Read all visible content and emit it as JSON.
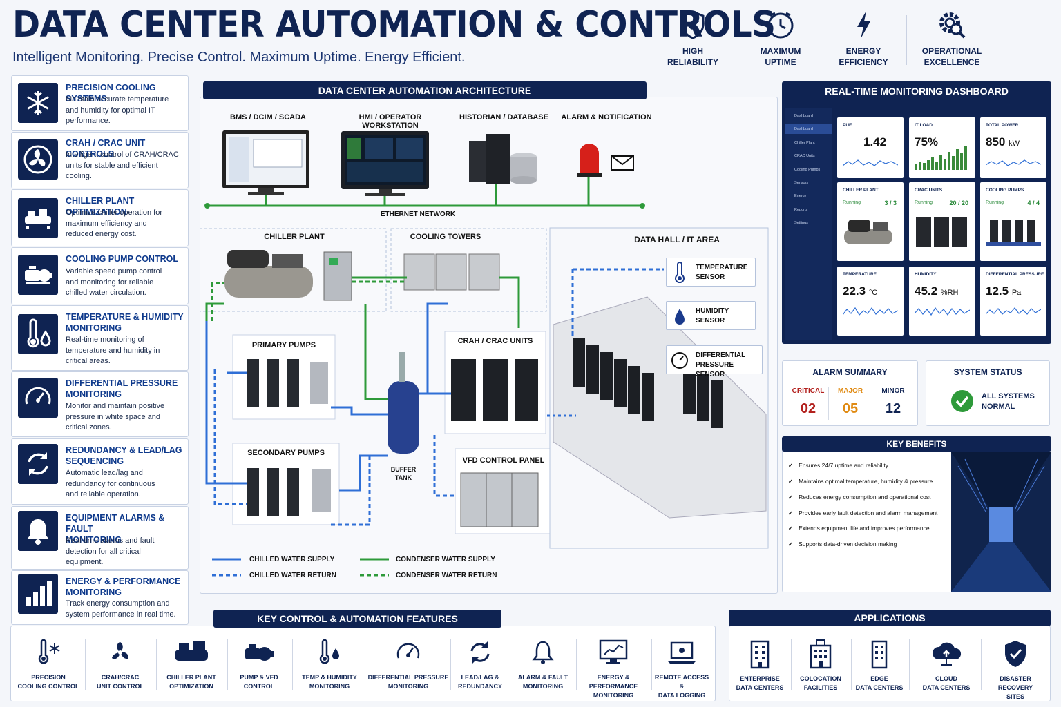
{
  "header": {
    "title": "DATA CENTER AUTOMATION & CONTROLS",
    "subtitle": "Intelligent Monitoring. Precise Control. Maximum Uptime. Energy Efficient.",
    "badges": [
      {
        "icon": "shield-check-icon",
        "line1": "HIGH",
        "line2": "RELIABILITY"
      },
      {
        "icon": "clock-icon",
        "line1": "MAXIMUM",
        "line2": "UPTIME"
      },
      {
        "icon": "lightning-icon",
        "line1": "ENERGY",
        "line2": "EFFICIENCY"
      },
      {
        "icon": "gear-search-icon",
        "line1": "OPERATIONAL",
        "line2": "EXCELLENCE"
      }
    ]
  },
  "sidebar": [
    {
      "icon": "snowflake-icon",
      "title": "PRECISION COOLING SYSTEMS",
      "desc": [
        "Maintain accurate temperature",
        "and humidity for optimal IT",
        "performance."
      ]
    },
    {
      "icon": "fan-icon",
      "title": "CRAH / CRAC UNIT CONTROLS",
      "desc": [
        "Intelligent control of CRAH/CRAC",
        "units for stable and efficient",
        "cooling."
      ]
    },
    {
      "icon": "chiller-icon",
      "title": "CHILLER PLANT OPTIMIZATION",
      "desc": [
        "Optimize chiller operation for",
        "maximum efficiency and",
        "reduced energy cost."
      ]
    },
    {
      "icon": "pump-icon",
      "title": "COOLING PUMP CONTROL",
      "desc": [
        "Variable speed pump control",
        "and monitoring for reliable",
        "chilled water circulation."
      ]
    },
    {
      "icon": "thermometer-drop-icon",
      "title": "TEMPERATURE & HUMIDITY MONITORING",
      "desc": [
        "Real-time monitoring of",
        "temperature and humidity in",
        "critical areas."
      ]
    },
    {
      "icon": "gauge-icon",
      "title": "DIFFERENTIAL PRESSURE MONITORING",
      "desc": [
        "Monitor and maintain positive",
        "pressure in white space and",
        "critical zones."
      ]
    },
    {
      "icon": "refresh-icon",
      "title": "REDUNDANCY & LEAD/LAG SEQUENCING",
      "desc": [
        "Automatic lead/lag and",
        "redundancy for continuous",
        "and reliable operation."
      ]
    },
    {
      "icon": "bell-icon",
      "title": "EQUIPMENT ALARMS & FAULT MONITORING",
      "desc": [
        "Real-time alarms and fault",
        "detection for all critical",
        "equipment."
      ]
    },
    {
      "icon": "bar-chart-icon",
      "title": "ENERGY & PERFORMANCE MONITORING",
      "desc": [
        "Track energy consumption and",
        "system performance in real time."
      ]
    }
  ],
  "architecture": {
    "header": "DATA CENTER AUTOMATION ARCHITECTURE",
    "top_labels": [
      "BMS / DCIM / SCADA",
      "HMI / OPERATOR WORKSTATION",
      "HISTORIAN / DATABASE",
      "ALARM & NOTIFICATION"
    ],
    "network_label": "ETHERNET NETWORK",
    "chiller_plant": "CHILLER PLANT",
    "cooling_towers": "COOLING TOWERS",
    "primary_pumps": "PRIMARY PUMPS",
    "secondary_pumps": "SECONDARY PUMPS",
    "buffer_tank": [
      "BUFFER",
      "TANK"
    ],
    "crah_units": "CRAH / CRAC UNITS",
    "vfd_panel": "VFD CONTROL PANEL",
    "data_hall": "DATA HALL / IT AREA",
    "sensors": [
      {
        "icon": "thermometer-icon",
        "line1": "TEMPERATURE",
        "line2": "SENSOR"
      },
      {
        "icon": "water-drop-icon",
        "line1": "HUMIDITY",
        "line2": "SENSOR"
      },
      {
        "icon": "gauge-icon",
        "line1": "DIFFERENTIAL",
        "line2": "PRESSURE SENSOR"
      }
    ],
    "legend": [
      {
        "label": "CHILLED WATER SUPPLY",
        "color": "#2f6fd6",
        "dashed": false
      },
      {
        "label": "CHILLED WATER RETURN",
        "color": "#2f6fd6",
        "dashed": true
      },
      {
        "label": "CONDENSER WATER SUPPLY",
        "color": "#2e9a3a",
        "dashed": false
      },
      {
        "label": "CONDENSER WATER RETURN",
        "color": "#2e9a3a",
        "dashed": true
      }
    ]
  },
  "dashboard": {
    "header": "REAL-TIME MONITORING DASHBOARD",
    "nav": [
      "Dashboard",
      "Dashboard",
      "Chiller Plant",
      "CRAC Units",
      "Cooling Pumps",
      "Sensors",
      "Energy",
      "Reports",
      "Settings"
    ],
    "kpis": [
      {
        "label": "PUE",
        "value": "1.42",
        "unit": ""
      },
      {
        "label": "IT LOAD",
        "value": "75%",
        "unit": ""
      },
      {
        "label": "TOTAL POWER",
        "value": "850",
        "unit": "kW"
      }
    ],
    "equipment": [
      {
        "label": "CHILLER PLANT",
        "status": "Running",
        "count": "3 / 3"
      },
      {
        "label": "CRAC UNITS",
        "status": "Running",
        "count": "20 / 20"
      },
      {
        "label": "COOLING PUMPS",
        "status": "Running",
        "count": "4 / 4"
      }
    ],
    "sensors": [
      {
        "label": "TEMPERATURE",
        "value": "22.3",
        "unit": "°C"
      },
      {
        "label": "HUMIDITY",
        "value": "45.2",
        "unit": "%RH"
      },
      {
        "label": "DIFFERENTIAL PRESSURE",
        "value": "12.5",
        "unit": "Pa"
      }
    ]
  },
  "alarm_summary": {
    "title": "ALARM SUMMARY",
    "items": [
      {
        "label": "CRITICAL",
        "value": "02",
        "color": "#b3211e"
      },
      {
        "label": "MAJOR",
        "value": "05",
        "color": "#e08a12"
      },
      {
        "label": "MINOR",
        "value": "12",
        "color": "#0f2352"
      }
    ]
  },
  "system_status": {
    "title": "SYSTEM STATUS",
    "line1": "ALL SYSTEMS",
    "line2": "NORMAL"
  },
  "key_benefits": {
    "title": "KEY BENEFITS",
    "items": [
      "Ensures 24/7 uptime and reliability",
      "Maintains optimal temperature, humidity & pressure",
      "Reduces energy consumption and operational cost",
      "Provides early fault detection and alarm management",
      "Extends equipment life and improves performance",
      "Supports data-driven decision making"
    ]
  },
  "features": {
    "title": "KEY CONTROL & AUTOMATION FEATURES",
    "items": [
      {
        "icon": "thermometer-snowflake-icon",
        "line1": "PRECISION",
        "line2": "COOLING CONTROL"
      },
      {
        "icon": "fan-icon",
        "line1": "CRAH/CRAC",
        "line2": "UNIT CONTROL"
      },
      {
        "icon": "chiller-icon",
        "line1": "CHILLER PLANT",
        "line2": "OPTIMIZATION"
      },
      {
        "icon": "pump-icon",
        "line1": "PUMP & VFD",
        "line2": "CONTROL"
      },
      {
        "icon": "thermometer-drop-icon",
        "line1": "TEMP & HUMIDITY",
        "line2": "MONITORING"
      },
      {
        "icon": "gauge-icon",
        "line1": "DIFFERENTIAL PRESSURE",
        "line2": "MONITORING"
      },
      {
        "icon": "refresh-icon",
        "line1": "LEAD/LAG &",
        "line2": "REDUNDANCY"
      },
      {
        "icon": "bell-icon",
        "line1": "ALARM & FAULT",
        "line2": "MONITORING"
      },
      {
        "icon": "monitor-chart-icon",
        "line1": "ENERGY & PERFORMANCE",
        "line2": "MONITORING"
      },
      {
        "icon": "laptop-icon",
        "line1": "REMOTE ACCESS &",
        "line2": "DATA LOGGING"
      }
    ]
  },
  "applications": {
    "title": "APPLICATIONS",
    "items": [
      {
        "icon": "building-icon",
        "line1": "ENTERPRISE",
        "line2": "DATA CENTERS"
      },
      {
        "icon": "building-icon",
        "line1": "COLOCATION",
        "line2": "FACILITIES"
      },
      {
        "icon": "building-icon",
        "line1": "EDGE",
        "line2": "DATA CENTERS"
      },
      {
        "icon": "cloud-icon",
        "line1": "CLOUD",
        "line2": "DATA CENTERS"
      },
      {
        "icon": "shield-check-icon",
        "line1": "DISASTER RECOVERY",
        "line2": "SITES"
      }
    ]
  }
}
